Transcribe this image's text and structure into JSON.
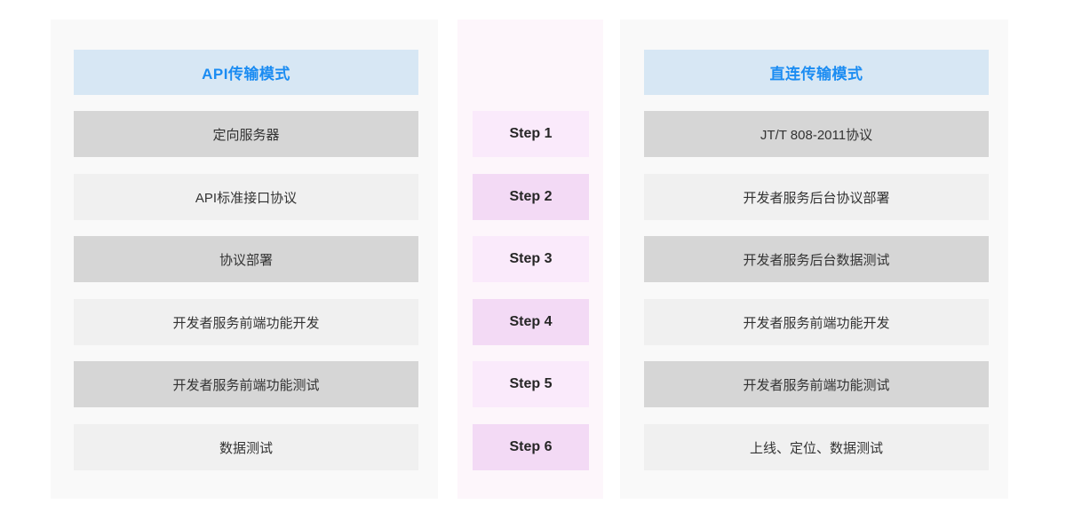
{
  "page": {
    "background": "#ffffff",
    "panel_gray_bg": "#f9f9f9",
    "panel_pink_bg": "#fdf6fb"
  },
  "theme": {
    "header_bg": "#d7e7f4",
    "header_text_color": "#1b8cf2",
    "row_dark": "#d6d6d6",
    "row_light": "#f0f0f0",
    "step_dark": "#f3daf5",
    "step_light": "#faeafb",
    "body_text_color": "#333333",
    "step_text_color": "#262626"
  },
  "columns": {
    "left": {
      "header": "API传输模式",
      "rows": [
        "定向服务器",
        "API标准接口协议",
        "协议部署",
        "开发者服务前端功能开发",
        "开发者服务前端功能测试",
        "数据测试"
      ]
    },
    "middle": {
      "steps": [
        "Step 1",
        "Step 2",
        "Step 3",
        "Step 4",
        "Step 5",
        "Step 6"
      ]
    },
    "right": {
      "header": "直连传输模式",
      "rows": [
        "JT/T 808-2011协议",
        "开发者服务后台协议部署",
        "开发者服务后台数据测试",
        "开发者服务前端功能开发",
        "开发者服务前端功能测试",
        "上线、定位、数据测试"
      ]
    }
  }
}
